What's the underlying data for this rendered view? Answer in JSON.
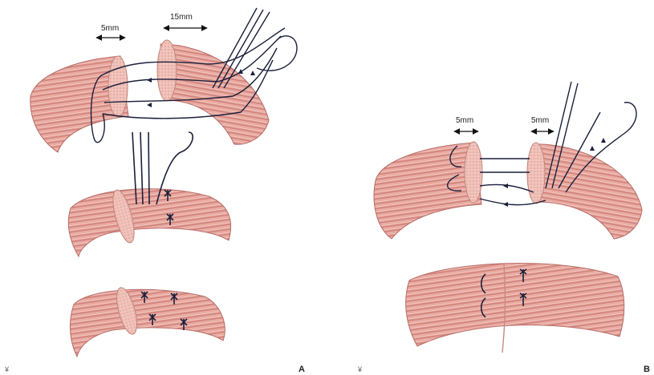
{
  "panel_a": {
    "letter": "A",
    "corner_mark": "¥",
    "gap_label": "5mm",
    "length_label": "15mm"
  },
  "panel_b": {
    "letter": "B",
    "corner_mark": "¥",
    "left_label": "5mm",
    "right_label": "5mm"
  },
  "colors": {
    "muscle_fill": "#e8a79f",
    "muscle_shade": "#c97a74",
    "fiber_line": "#f6d8d2",
    "cut_face": "#f1c3ba",
    "suture": "#1b1f3a",
    "needle": "#8a8a8a"
  }
}
